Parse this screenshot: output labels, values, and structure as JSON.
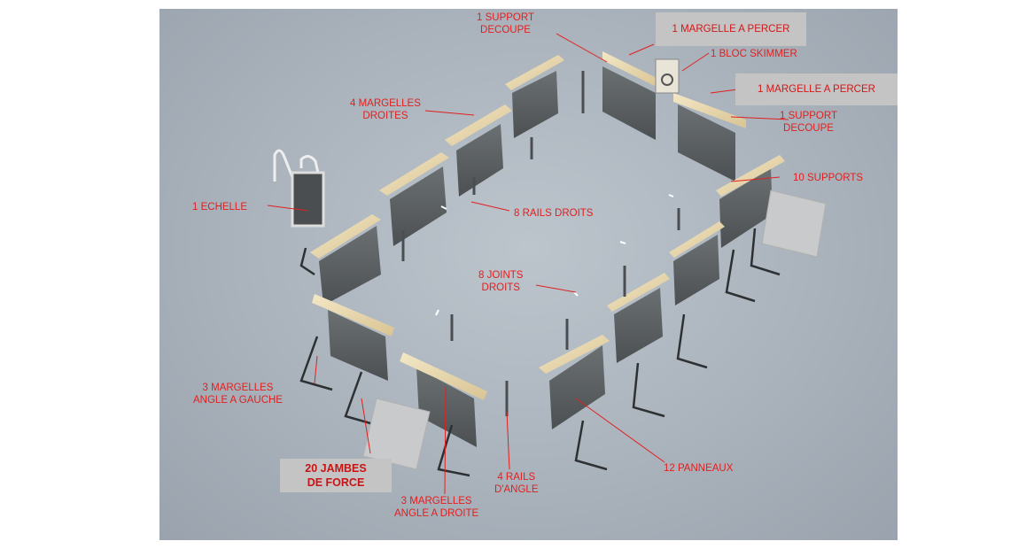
{
  "diagram": {
    "labels": {
      "support_decoupe_top": [
        "1 SUPPORT",
        "DECOUPE"
      ],
      "margelle_a_percer_1": "1 MARGELLE A PERCER",
      "bloc_skimmer": "1 BLOC SKIMMER",
      "margelle_a_percer_2": "1 MARGELLE A PERCER",
      "support_decoupe_right": [
        "1 SUPPORT",
        "DECOUPE"
      ],
      "margelles_droites": [
        "4 MARGELLES",
        "DROITES"
      ],
      "supports": "10 SUPPORTS",
      "echelle": "1 ECHELLE",
      "rails_droits": "8 RAILS DROITS",
      "joints_droits": [
        "8 JOINTS",
        "DROITS"
      ],
      "margelles_angle_gauche": [
        "3 MARGELLES",
        "ANGLE A GAUCHE"
      ],
      "jambes_de_force": [
        "20 JAMBES",
        "DE FORCE"
      ],
      "rails_angle": [
        "4 RAILS",
        "D'ANGLE"
      ],
      "panneaux": "12 PANNEAUX",
      "margelles_angle_droite": [
        "3 MARGELLES",
        "ANGLE A DROITE"
      ]
    },
    "colors": {
      "label_text": "#e02020",
      "label_box": "#c4c4c4",
      "background": "#aab3bc",
      "panel": "#5a5e60",
      "coping": "#e8d8b0",
      "leader": "#e02020"
    }
  }
}
